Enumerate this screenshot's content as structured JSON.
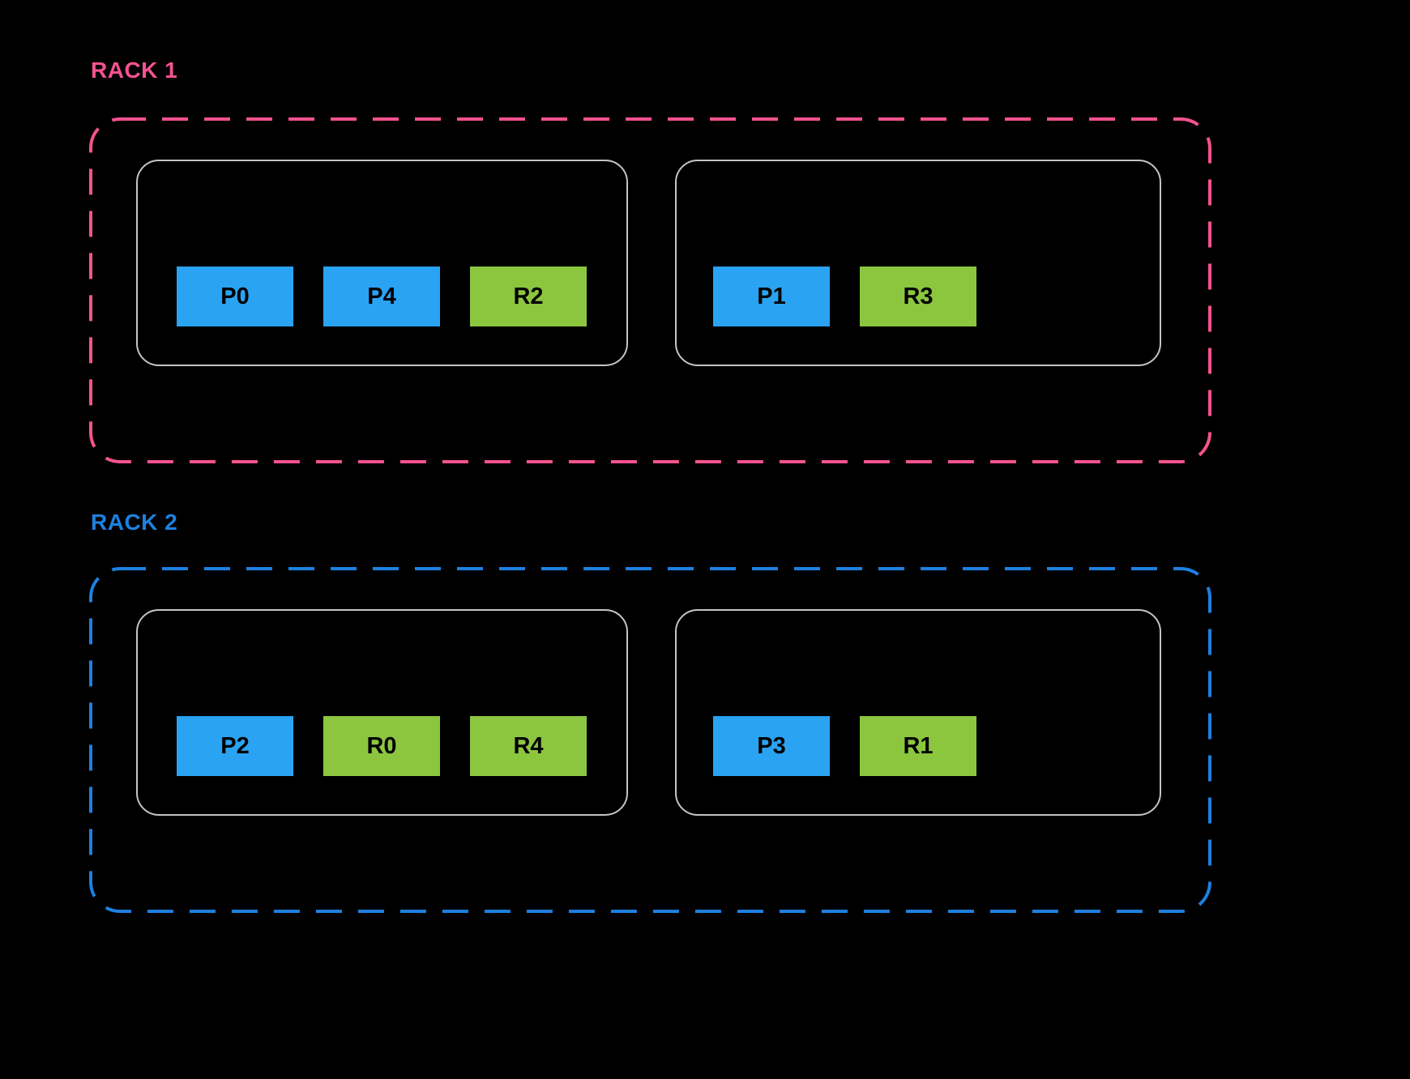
{
  "colors": {
    "background": "#000000",
    "rack1_accent": "#F5528F",
    "rack2_accent": "#1E80E0",
    "host_border": "#C4C4C4",
    "p_block": "#2AA3F2",
    "r_block": "#8CC63F",
    "block_text": "#000000"
  },
  "racks": [
    {
      "label": "RACK 1",
      "hosts": [
        {
          "blocks": [
            {
              "label": "P0"
            },
            {
              "label": "P4"
            },
            {
              "label": "R2"
            }
          ]
        },
        {
          "blocks": [
            {
              "label": "P1"
            },
            {
              "label": "R3"
            }
          ]
        }
      ]
    },
    {
      "label": "RACK 2",
      "hosts": [
        {
          "blocks": [
            {
              "label": "P2"
            },
            {
              "label": "R0"
            },
            {
              "label": "R4"
            }
          ]
        },
        {
          "blocks": [
            {
              "label": "P3"
            },
            {
              "label": "R1"
            }
          ]
        }
      ]
    }
  ]
}
